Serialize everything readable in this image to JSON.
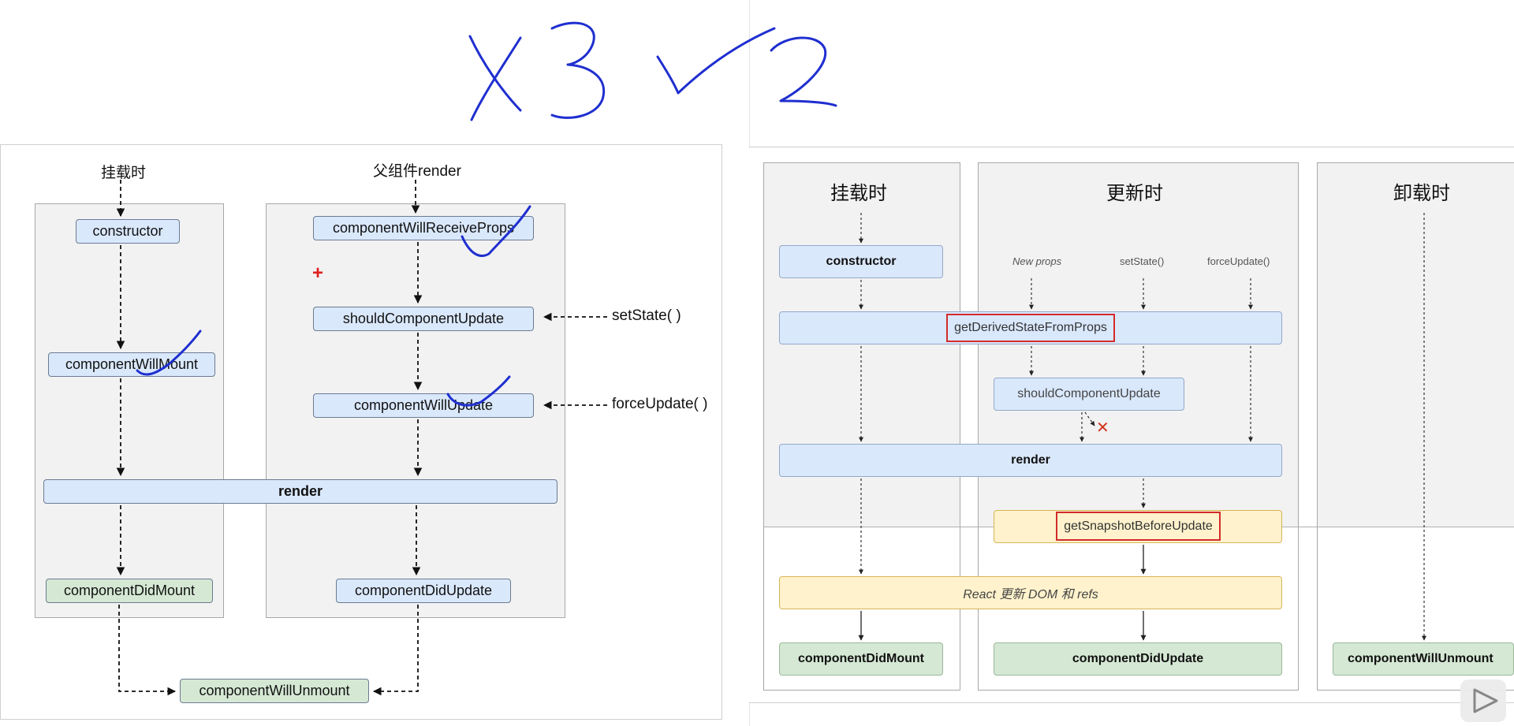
{
  "left_diagram": {
    "mount_label": "挂载时",
    "update_label": "父组件render",
    "constructor": "constructor",
    "will_mount": "componentWillMount",
    "render": "render",
    "did_mount": "componentDidMount",
    "will_receive_props": "componentWillReceiveProps",
    "should_update": "shouldComponentUpdate",
    "will_update": "componentWillUpdate",
    "did_update": "componentDidUpdate",
    "will_unmount": "componentWillUnmount",
    "set_state": "setState( )",
    "force_update": "forceUpdate( )",
    "plus_mark": "+"
  },
  "right_diagram": {
    "mount_title": "挂载时",
    "update_title": "更新时",
    "unmount_title": "卸载时",
    "constructor": "constructor",
    "new_props": "New props",
    "set_state": "setState()",
    "force_update": "forceUpdate()",
    "derived_state": "getDerivedStateFromProps",
    "should_update": "shouldComponentUpdate",
    "render": "render",
    "snapshot": "getSnapshotBeforeUpdate",
    "react_update": "React 更新 DOM 和 refs",
    "did_mount": "componentDidMount",
    "did_update": "componentDidUpdate",
    "will_unmount": "componentWillUnmount",
    "x_mark": "✕"
  },
  "annotations": {
    "handwriting": "X3 ✓2"
  }
}
